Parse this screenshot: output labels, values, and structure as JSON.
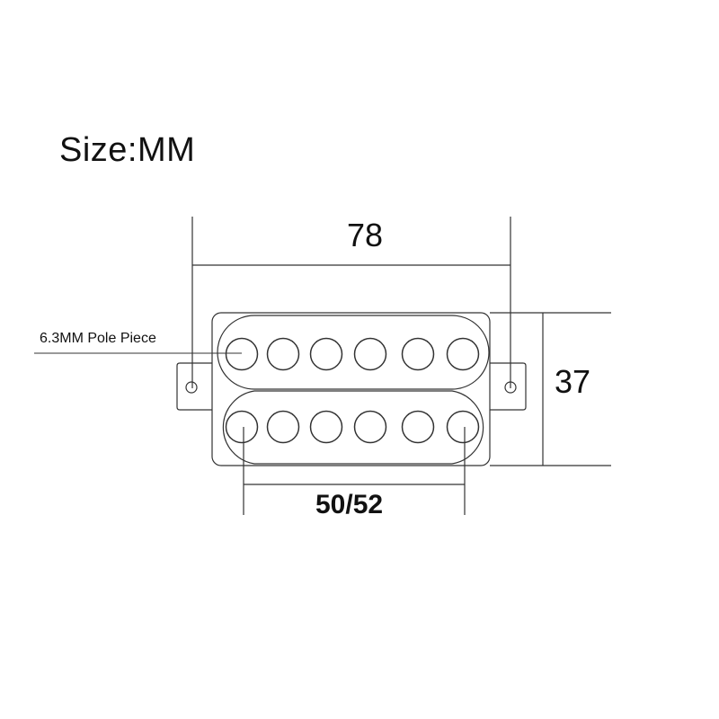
{
  "title": "Size:MM",
  "pickup": {
    "type": "humbucker",
    "bobbins": 2,
    "poles_per_bobbin": 6
  },
  "dimensions": {
    "overall_length": "78",
    "height": "37",
    "pole_spacing": "50/52"
  },
  "callouts": {
    "pole_piece": "6.3MM Pole Piece"
  },
  "colors": {
    "line": "#333333",
    "text": "#111111",
    "background": "#ffffff"
  }
}
